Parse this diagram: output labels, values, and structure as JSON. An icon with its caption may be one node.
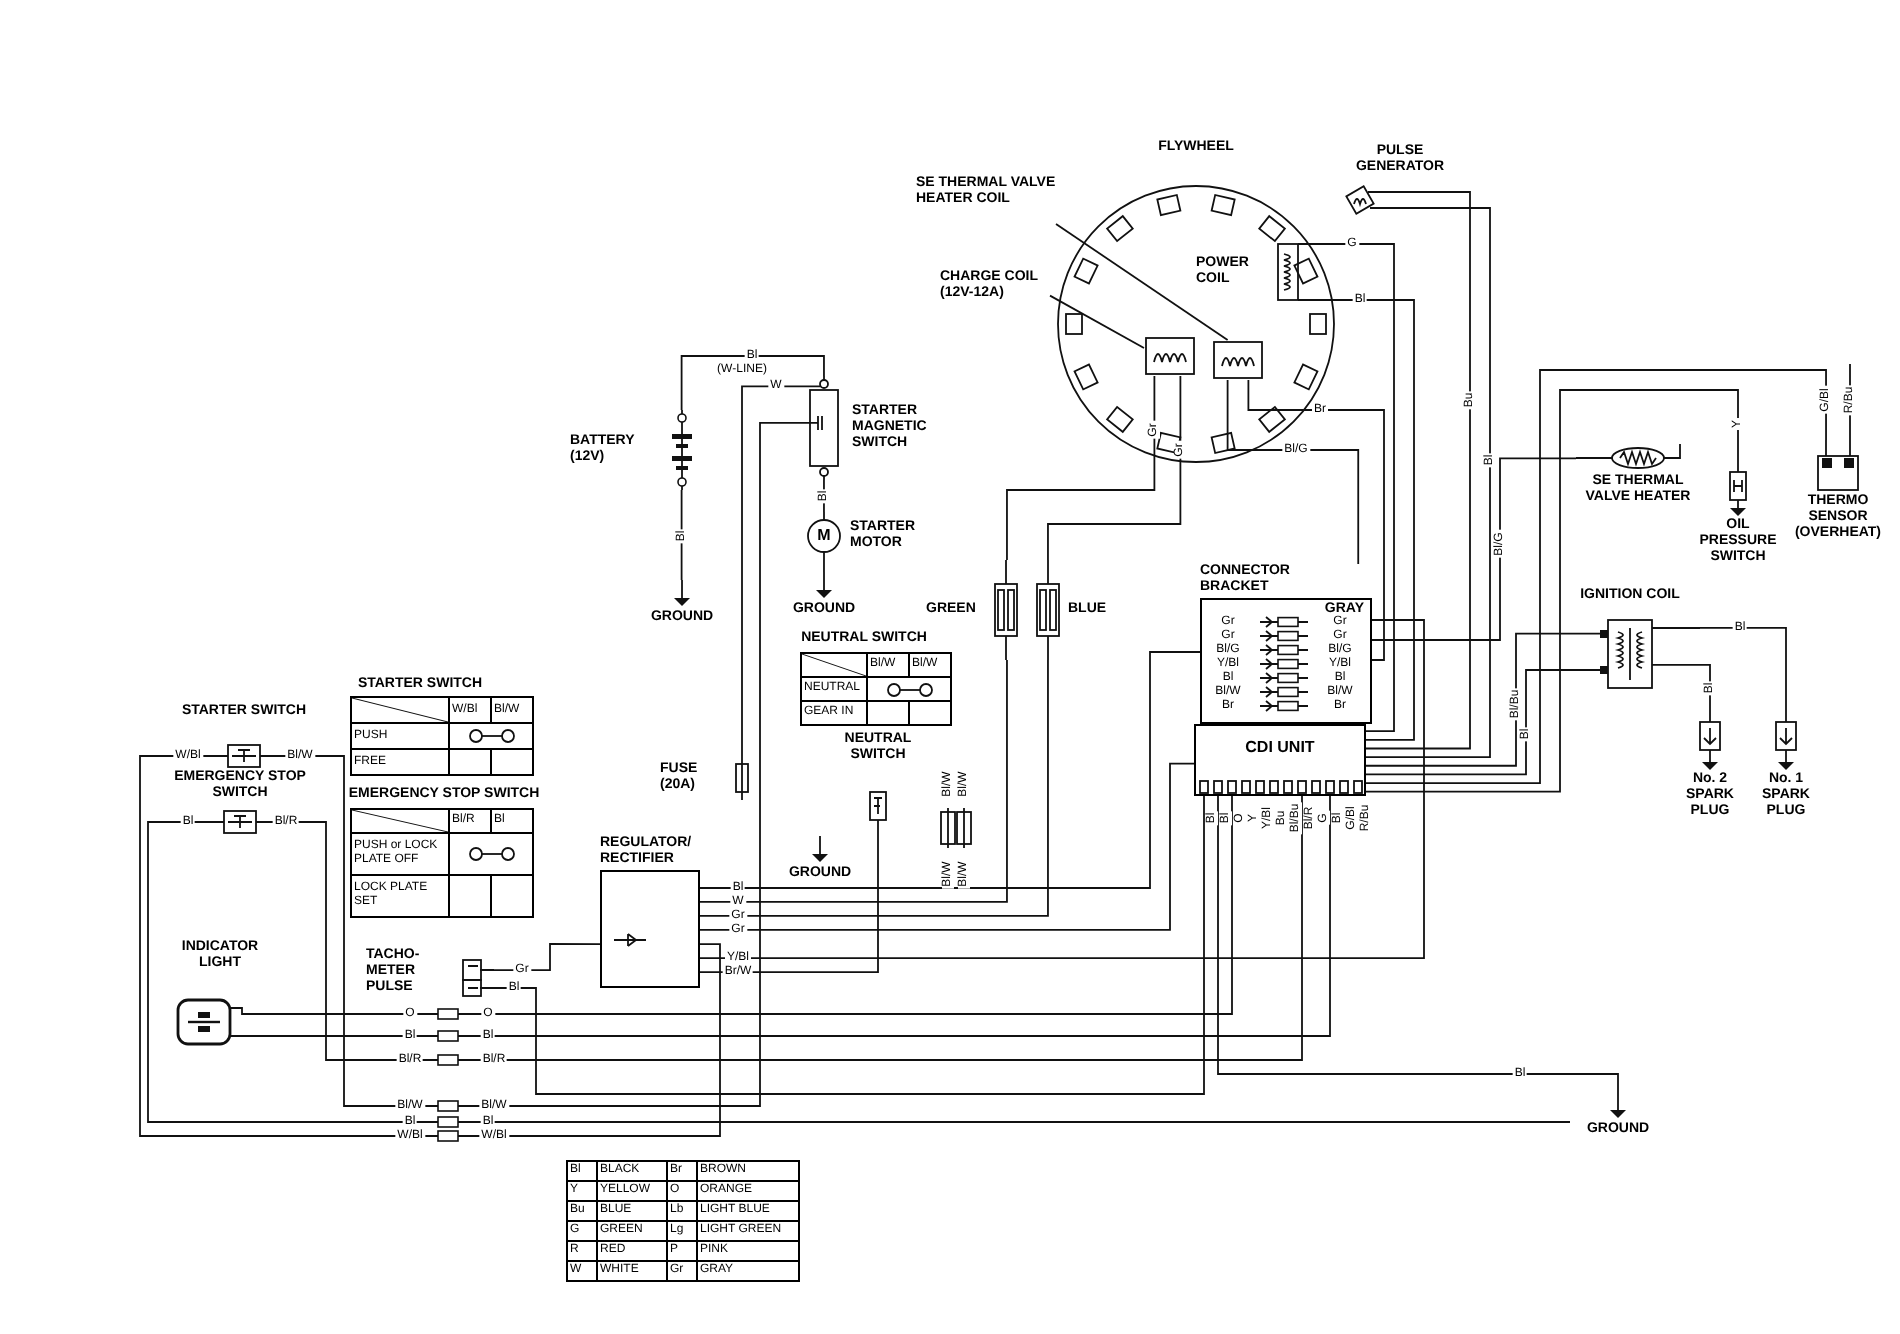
{
  "diagram": {
    "nodes": [
      {
        "text": [
          "FLYWHEEL"
        ]
      },
      {
        "text": [
          "SE THERMAL VALVE HEATER COIL"
        ]
      },
      {
        "text": [
          "CHARGE COIL (12V-12A)"
        ]
      },
      {
        "text": [],
        "shape": "box",
        "in": 0
      },
      {
        "text": [],
        "shape": "box",
        "in": 0
      },
      {
        "text": [
          "POWER COIL"
        ],
        "in": 0
      },
      {
        "text": [
          "PULSE GENERATOR"
        ]
      },
      {
        "text": [
          "BATTERY (12V)"
        ]
      },
      {
        "text": [
          "STARTER MAGNETIC SWITCH"
        ]
      },
      {
        "text": [
          "STARTER MOTOR"
        ]
      },
      {
        "text": [
          "GROUND"
        ]
      },
      {
        "text": [
          "GROUND"
        ]
      },
      {
        "text": [
          "FUSE (20A)"
        ]
      },
      {
        "text": [
          "NEUTRAL SWITCH"
        ]
      },
      {
        "text": [
          "GROUND"
        ]
      },
      {
        "text": [
          "REGULATOR/ RECTIFIER"
        ]
      },
      {
        "text": [
          "GREEN"
        ]
      },
      {
        "text": [
          "BLUE"
        ]
      },
      {
        "text": [
          "CONNECTOR BRACKET",
          "GRAY"
        ]
      },
      {
        "text": [
          "CDI UNIT"
        ]
      },
      {
        "text": [
          "SE THERMAL VALVE HEATER"
        ]
      },
      {
        "text": [
          "OIL PRESSURE SWITCH"
        ]
      },
      {
        "text": [
          "THERMO SENSOR (OVERHEAT)"
        ]
      },
      {
        "text": [
          "IGNITION COIL"
        ]
      },
      {
        "text": [
          "No. 2 SPARK PLUG"
        ]
      },
      {
        "text": [
          "No. 1 SPARK PLUG"
        ]
      },
      {
        "text": [
          "GROUND"
        ]
      },
      {
        "text": [
          "STARTER SWITCH"
        ]
      },
      {
        "text": [
          "EMERGENCY STOP SWITCH"
        ]
      },
      {
        "text": [
          "INDICATOR LIGHT"
        ]
      },
      {
        "text": [
          "TACHO- METER PULSE"
        ]
      }
    ],
    "edges": [
      {
        "from": 6,
        "to": 19,
        "arrow": "none",
        "label": "Bu"
      },
      {
        "from": 6,
        "to": 19,
        "arrow": "none",
        "label": "Bl"
      },
      {
        "from": 5,
        "to": 19,
        "arrow": "none",
        "label": "G"
      },
      {
        "from": 5,
        "to": 19,
        "arrow": "none",
        "label": "Bl"
      },
      {
        "from": 4,
        "to": 18,
        "arrow": "none",
        "label": "Br"
      },
      {
        "from": 4,
        "to": 18,
        "arrow": "none",
        "label": "Bl/G"
      },
      {
        "from": 3,
        "to": 16,
        "arrow": "none",
        "label": "Gr"
      },
      {
        "from": 3,
        "to": 17,
        "arrow": "none",
        "label": "Gr"
      },
      {
        "from": 7,
        "to": 8,
        "arrow": "none",
        "label": "Bl"
      },
      {
        "from": 12,
        "to": 8,
        "arrow": "none",
        "label": "W"
      },
      {
        "from": 8,
        "to": 9,
        "arrow": "none",
        "label": "Bl"
      },
      {
        "from": 7,
        "to": 10,
        "arrow": "none",
        "label": "Bl"
      },
      {
        "from": 9,
        "to": 11,
        "arrow": "none"
      },
      {
        "from": 27,
        "to": 8,
        "arrow": "none",
        "label": "Bl/W"
      },
      {
        "from": 15,
        "to": 18,
        "arrow": "none",
        "label": "Bl"
      },
      {
        "from": 15,
        "to": 16,
        "arrow": "none",
        "label": "W"
      },
      {
        "from": 15,
        "to": 17,
        "arrow": "none",
        "label": "Gr"
      },
      {
        "from": 15,
        "to": 19,
        "arrow": "none",
        "label": "Gr"
      },
      {
        "from": 27,
        "to": 15,
        "arrow": "none",
        "label": "W/Bl"
      },
      {
        "from": 15,
        "to": 18,
        "arrow": "none",
        "label": "Y/Bl"
      },
      {
        "from": 15,
        "to": 13,
        "arrow": "none",
        "label": "Br/W"
      },
      {
        "from": 20,
        "to": 18,
        "arrow": "none",
        "label": "Bl/G"
      },
      {
        "from": 21,
        "to": 19,
        "arrow": "none",
        "label": "Y"
      },
      {
        "from": 22,
        "to": 19,
        "arrow": "none",
        "label": "G/Bl"
      },
      {
        "from": 23,
        "to": 19,
        "arrow": "none",
        "label": "Bl/Bu"
      },
      {
        "from": 23,
        "to": 19,
        "arrow": "none",
        "label": "Bl"
      },
      {
        "from": 23,
        "to": 25,
        "arrow": "none",
        "label": "Bl"
      },
      {
        "from": 23,
        "to": 24,
        "arrow": "none",
        "label": "Bl"
      },
      {
        "from": 29,
        "to": 19,
        "arrow": "none",
        "label": "O"
      },
      {
        "from": 29,
        "to": 19,
        "arrow": "none",
        "label": "Bl"
      },
      {
        "from": 28,
        "to": 19,
        "arrow": "none",
        "label": "Bl/R"
      },
      {
        "from": 28,
        "to": 26,
        "arrow": "none",
        "label": "Bl"
      },
      {
        "from": 30,
        "to": 15,
        "arrow": "none",
        "label": "Gr"
      },
      {
        "from": 30,
        "to": 19,
        "arrow": "none",
        "label": "Bl"
      },
      {
        "from": 19,
        "to": 26,
        "arrow": "none",
        "label": "Bl"
      },
      {
        "from": 1,
        "to": 4,
        "arrow": "none"
      },
      {
        "from": 2,
        "to": 3,
        "arrow": "none"
      }
    ],
    "labels": [
      "(W-LINE)",
      "R/Bu",
      "Bl/W",
      "Bl/W",
      "Bl/W",
      "Bl/W",
      "STARTER SWITCH",
      "W/Bl",
      "Bl/W",
      "PUSH",
      "FREE",
      "NEUTRAL SWITCH",
      "Bl/W",
      "Bl/W",
      "NEUTRAL",
      "GEAR IN",
      "Gr",
      "Gr",
      "Gr",
      "Gr",
      "Bl/G",
      "Bl/G",
      "Y/Bl",
      "Y/Bl",
      "Bl",
      "Bl",
      "Bl/W",
      "Bl/W",
      "Br",
      "Br",
      "Bl",
      "Bl",
      "O",
      "Y",
      "Y/Bl",
      "Bu",
      "Bl/Bu",
      "Bl/R",
      "G",
      "Bl",
      "G/Bl",
      "R/Bu",
      "EMERGENCY STOP SWITCH",
      "Bl/R",
      "Bl",
      "PUSH or LOCK PLATE OFF",
      "LOCK PLATE SET",
      "Bl",
      "BLACK",
      "Br",
      "BROWN",
      "Y",
      "YELLOW",
      "O",
      "ORANGE",
      "Bu",
      "BLUE",
      "Lb",
      "LIGHT BLUE",
      "G",
      "GREEN",
      "Lg",
      "LIGHT GREEN",
      "R",
      "RED",
      "P",
      "PINK",
      "W",
      "WHITE",
      "Gr",
      "GRAY",
      "O",
      "Bl",
      "Bl/R",
      "Bl/W",
      "Bl",
      "W/Bl",
      "W/Bl",
      "Bl/W",
      "Bl",
      "Bl/R",
      "M"
    ]
  }
}
